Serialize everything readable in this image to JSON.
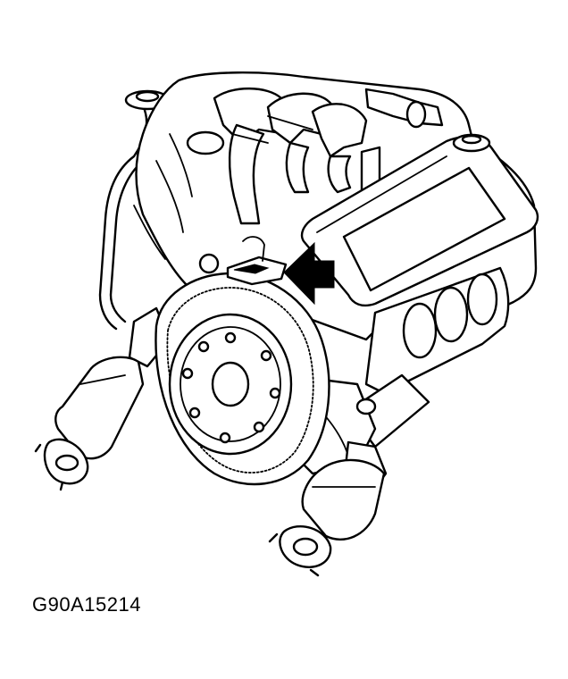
{
  "figure": {
    "code": "G90A15214",
    "subject": "engine-assembly",
    "callout": "arrow-pointing-to-sensor"
  },
  "colors": {
    "line": "#000000",
    "background": "#ffffff"
  }
}
